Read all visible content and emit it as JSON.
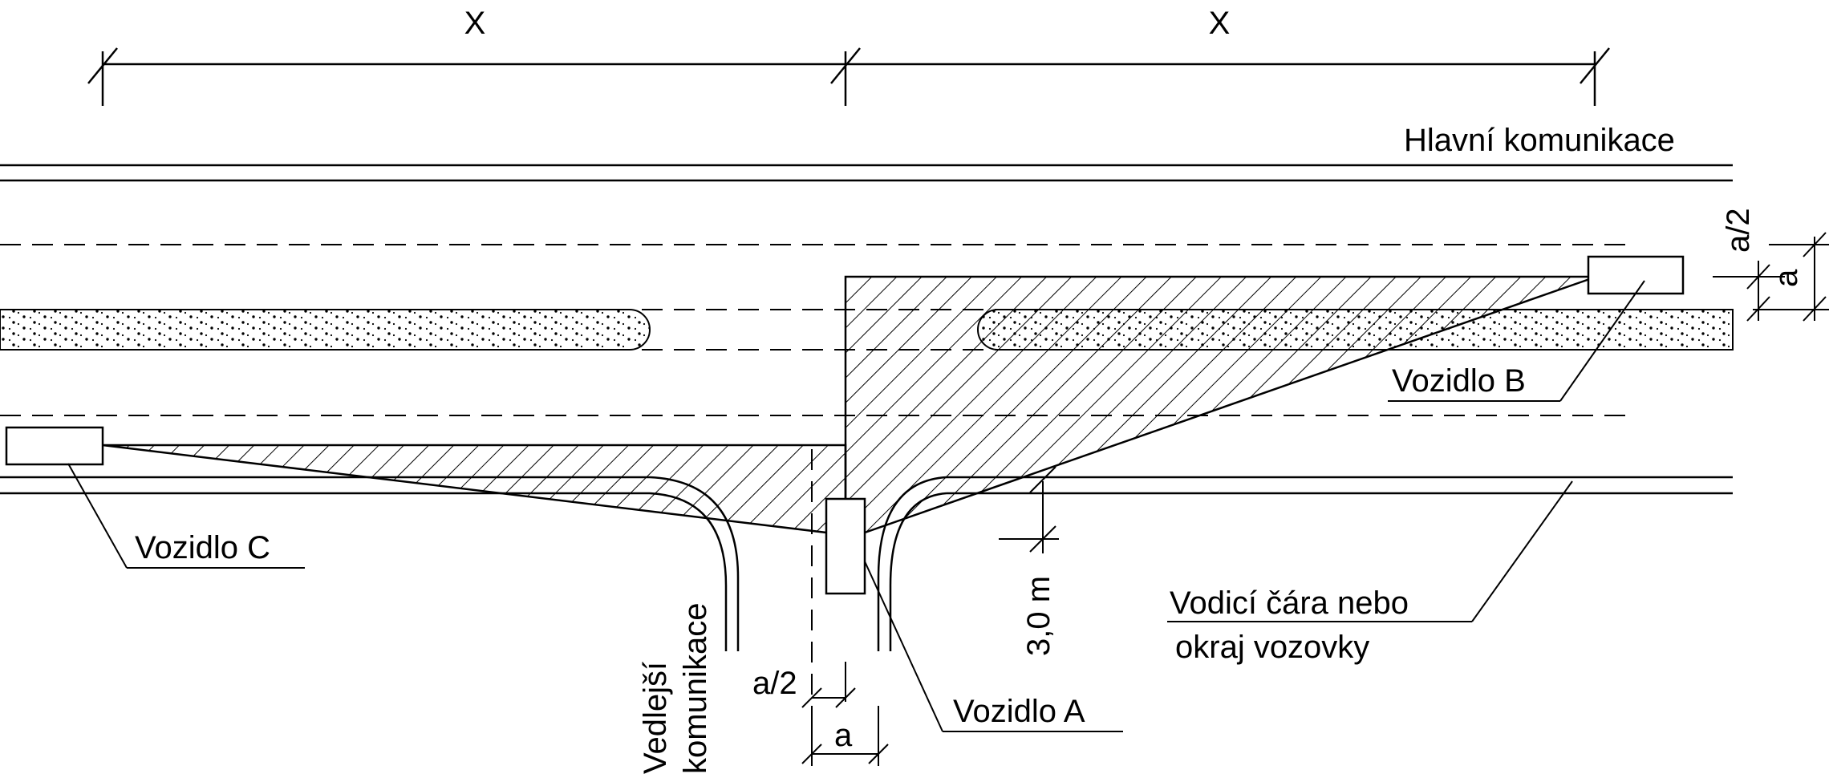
{
  "dimensions": {
    "x_left": "X",
    "x_right": "X",
    "a_over_2_right": "a/2",
    "a_right": "a",
    "a_over_2_bottom": "a/2",
    "a_bottom": "a",
    "three_m": "3,0 m"
  },
  "labels": {
    "main_road": "Hlavní komunikace",
    "vehicle_a": "Vozidlo A",
    "vehicle_b": "Vozidlo B",
    "vehicle_c": "Vozidlo C",
    "guide_line_1": "Vodicí čára nebo",
    "guide_line_2": "okraj vozovky",
    "side_road_1": "Vedlejší",
    "side_road_2": "komunikace"
  }
}
